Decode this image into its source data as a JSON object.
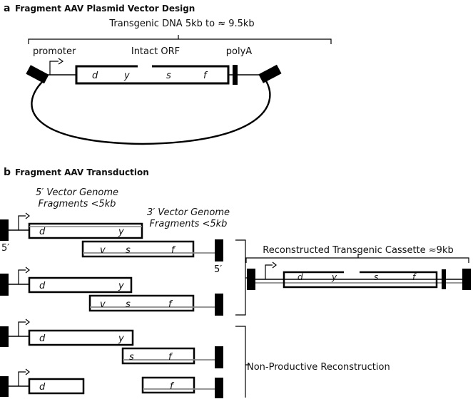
{
  "panel_a": {
    "letter": "a",
    "title": "Fragment AAV Plasmid Vector Design",
    "span_label": "Transgenic DNA 5kb to ≈ 9.5kb",
    "promoter_label": "promoter",
    "orf_label": "Intact ORF",
    "polya_label": "polyA",
    "orf_letters": [
      "d",
      "y",
      "s",
      "f"
    ]
  },
  "panel_b": {
    "letter": "b",
    "title": "Fragment AAV Transduction",
    "five_prime_fragments_label": [
      "5′ Vector Genome",
      "Fragments <5kb"
    ],
    "three_prime_fragments_label": [
      "3′ Vector Genome",
      "Fragments <5kb"
    ],
    "five_prime_mark": "5′",
    "five_prime_mark_right": "5′",
    "reconstructed_label": "Reconstructed Transgenic Cassette ≈9kb",
    "nonproductive_label": "Non-Productive Reconstruction",
    "pair1_top_letters": [
      "d",
      "y"
    ],
    "pair1_bottom_letters": [
      "v",
      "s",
      "f"
    ],
    "pair2_top_letters": [
      "d",
      "y"
    ],
    "pair2_bottom_letters": [
      "v",
      "s",
      "f"
    ],
    "pair3_top_letters": [
      "d",
      "y"
    ],
    "pair3_bottom_letters": [
      "s",
      "f"
    ],
    "pair4_top_letters": [
      "d"
    ],
    "pair4_bottom_letters": [
      "f"
    ],
    "reconstructed_letters": [
      "d",
      "y",
      "s",
      "f"
    ]
  },
  "colors": {
    "line": "#000000",
    "grey_strand": "#888888"
  }
}
